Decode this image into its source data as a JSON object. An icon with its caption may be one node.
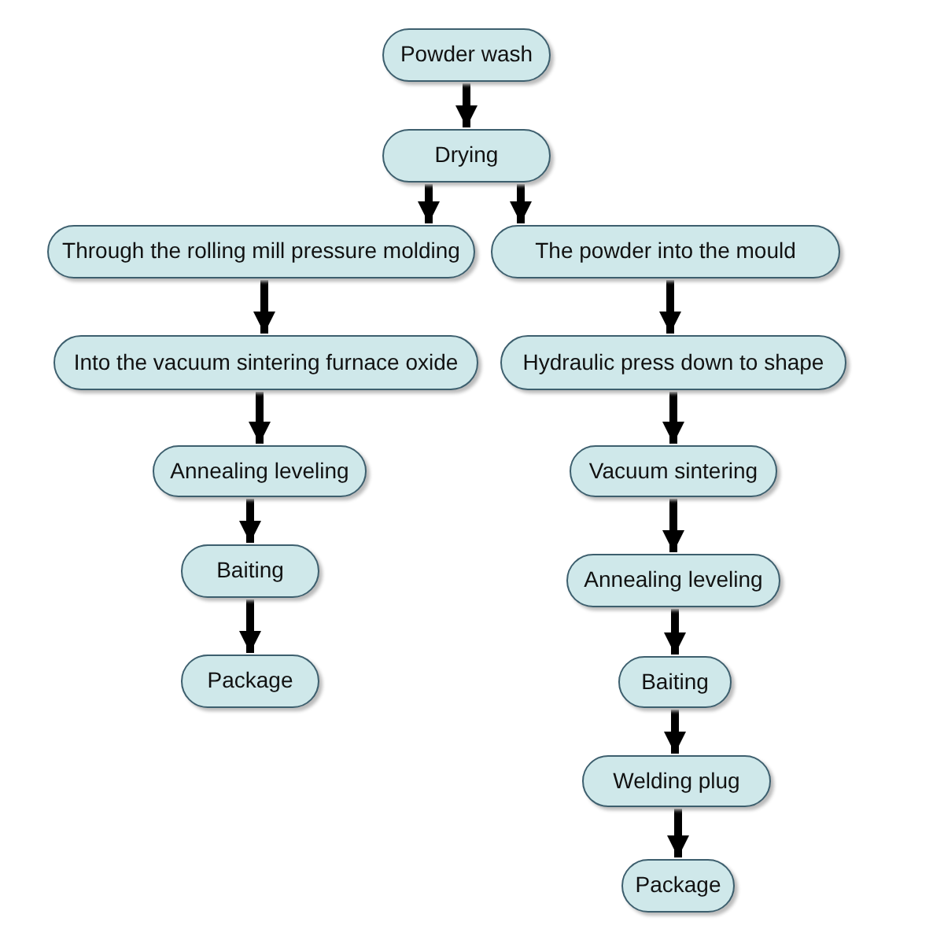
{
  "diagram": {
    "nodes": [
      {
        "text": [
          "Powder wash"
        ]
      },
      {
        "text": [
          "Drying"
        ]
      },
      {
        "text": [
          "Through the rolling mill pressure molding"
        ]
      },
      {
        "text": [
          "The powder into the mould"
        ]
      },
      {
        "text": [
          "Into the vacuum sintering furnace oxide"
        ]
      },
      {
        "text": [
          "Hydraulic press down to shape"
        ]
      },
      {
        "text": [
          "Annealing leveling"
        ]
      },
      {
        "text": [
          "Vacuum sintering"
        ]
      },
      {
        "text": [
          "Baiting"
        ]
      },
      {
        "text": [
          "Annealing leveling"
        ]
      },
      {
        "text": [
          "Package"
        ]
      },
      {
        "text": [
          "Baiting"
        ]
      },
      {
        "text": [
          "Welding plug"
        ]
      },
      {
        "text": [
          "Package"
        ]
      }
    ],
    "edges": [
      {
        "from": 0,
        "to": 1,
        "arrow": "to"
      },
      {
        "from": 1,
        "to": 2,
        "arrow": "to"
      },
      {
        "from": 1,
        "to": 3,
        "arrow": "to"
      },
      {
        "from": 2,
        "to": 4,
        "arrow": "to"
      },
      {
        "from": 4,
        "to": 6,
        "arrow": "to"
      },
      {
        "from": 6,
        "to": 8,
        "arrow": "to"
      },
      {
        "from": 8,
        "to": 10,
        "arrow": "to"
      },
      {
        "from": 3,
        "to": 5,
        "arrow": "to"
      },
      {
        "from": 5,
        "to": 7,
        "arrow": "to"
      },
      {
        "from": 7,
        "to": 9,
        "arrow": "to"
      },
      {
        "from": 9,
        "to": 11,
        "arrow": "to"
      },
      {
        "from": 11,
        "to": 12,
        "arrow": "to"
      },
      {
        "from": 12,
        "to": 13,
        "arrow": "to"
      }
    ]
  }
}
